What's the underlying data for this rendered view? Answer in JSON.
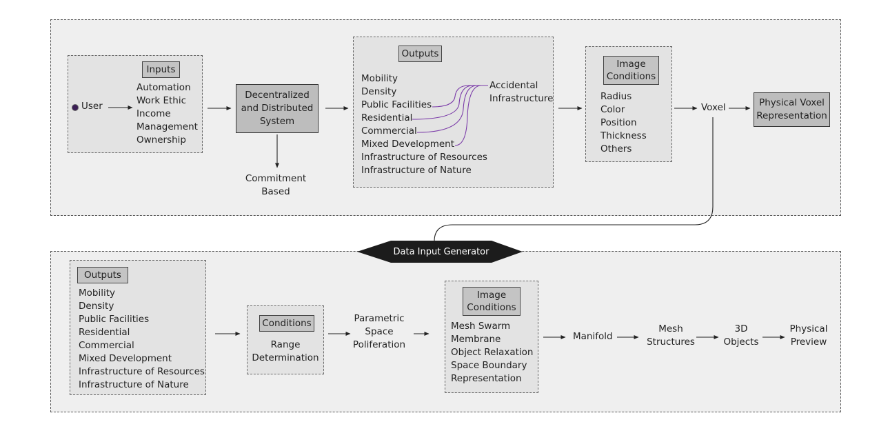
{
  "top": {
    "inputs": {
      "title": "Inputs",
      "items": [
        "Automation",
        "Work Ethic",
        "Income",
        "Management",
        "Ownership"
      ]
    },
    "user_label": "User",
    "system": [
      "Decentralized",
      "and Distributed",
      "System"
    ],
    "commitment": [
      "Commitment",
      "Based"
    ],
    "outputs": {
      "title": "Outputs",
      "items": [
        "Mobility",
        "Density",
        "Public Facilities",
        "Residential",
        "Commercial",
        "Mixed Development",
        "Infrastructure of Resources",
        "Infrastructure of Nature"
      ]
    },
    "accidental": [
      "Accidental",
      "Infrastructure"
    ],
    "image_conditions": {
      "title": [
        "Image",
        "Conditions"
      ],
      "items": [
        "Radius",
        "Color",
        "Position",
        "Thickness",
        "Others"
      ]
    },
    "voxel": "Voxel",
    "physical_voxel": [
      "Physical Voxel",
      "Representation"
    ]
  },
  "generator_label": "Data Input Generator",
  "bottom": {
    "outputs": {
      "title": "Outputs",
      "items": [
        "Mobility",
        "Density",
        "Public Facilities",
        "Residential",
        "Commercial",
        "Mixed Development",
        "Infrastructure of Resources",
        "Infrastructure of Nature"
      ]
    },
    "conditions": {
      "title": "Conditions",
      "items": [
        "Range",
        "Determination"
      ]
    },
    "parametric": [
      "Parametric",
      "Space",
      "Poliferation"
    ],
    "image_conditions": {
      "title": [
        "Image",
        "Conditions"
      ],
      "items": [
        "Mesh Swarm",
        "Membrane",
        "Object Relaxation",
        "Space Boundary",
        "Representation"
      ]
    },
    "manifold": "Manifold",
    "mesh": [
      "Mesh",
      "Structures"
    ],
    "objects3d": [
      "3D",
      "Objects"
    ],
    "preview": [
      "Physical",
      "Preview"
    ]
  },
  "colors": {
    "panel_bg": "#efefef",
    "inner_bg": "#e3e3e3",
    "tag_bg": "#c4c4c4",
    "accent_purple": "#7a3aa8",
    "generator_bg": "#1c1c1c"
  }
}
